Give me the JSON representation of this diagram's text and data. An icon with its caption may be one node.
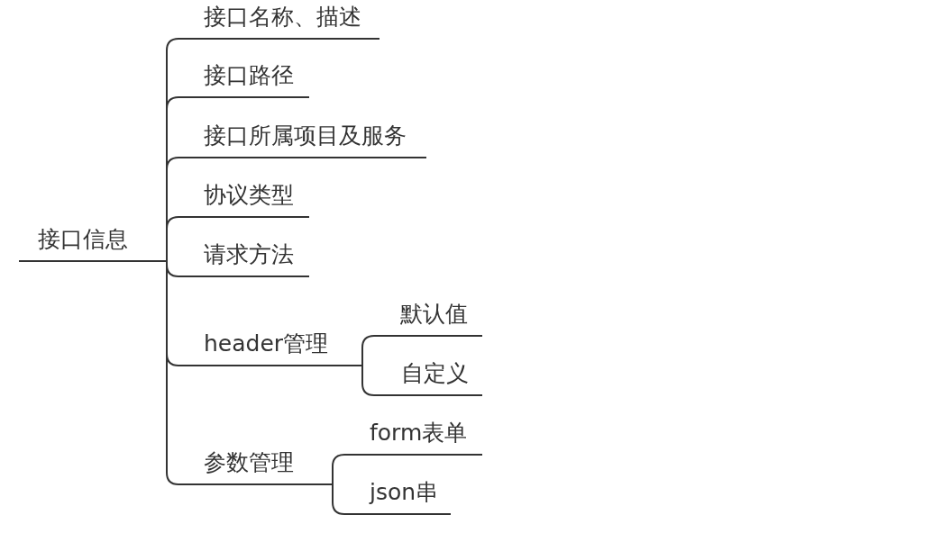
{
  "diagram": {
    "nodes": [
      {
        "text": [
          "接口信息"
        ]
      },
      {
        "text": [
          "接口名称、描述"
        ]
      },
      {
        "text": [
          "接口路径"
        ]
      },
      {
        "text": [
          "接口所属项目及服务"
        ]
      },
      {
        "text": [
          "协议类型"
        ]
      },
      {
        "text": [
          "请求方法"
        ]
      },
      {
        "text": [
          "header管理"
        ]
      },
      {
        "text": [
          "默认值"
        ]
      },
      {
        "text": [
          "自定义"
        ]
      },
      {
        "text": [
          "参数管理"
        ]
      },
      {
        "text": [
          "form表单"
        ]
      },
      {
        "text": [
          "json串"
        ]
      }
    ],
    "edges": [
      {
        "from": 0,
        "to": 1,
        "arrow": "none"
      },
      {
        "from": 0,
        "to": 2,
        "arrow": "none"
      },
      {
        "from": 0,
        "to": 3,
        "arrow": "none"
      },
      {
        "from": 0,
        "to": 4,
        "arrow": "none"
      },
      {
        "from": 0,
        "to": 5,
        "arrow": "none"
      },
      {
        "from": 0,
        "to": 6,
        "arrow": "none"
      },
      {
        "from": 6,
        "to": 7,
        "arrow": "none"
      },
      {
        "from": 6,
        "to": 8,
        "arrow": "none"
      },
      {
        "from": 0,
        "to": 9,
        "arrow": "none"
      },
      {
        "from": 9,
        "to": 10,
        "arrow": "none"
      },
      {
        "from": 9,
        "to": 11,
        "arrow": "none"
      }
    ]
  }
}
